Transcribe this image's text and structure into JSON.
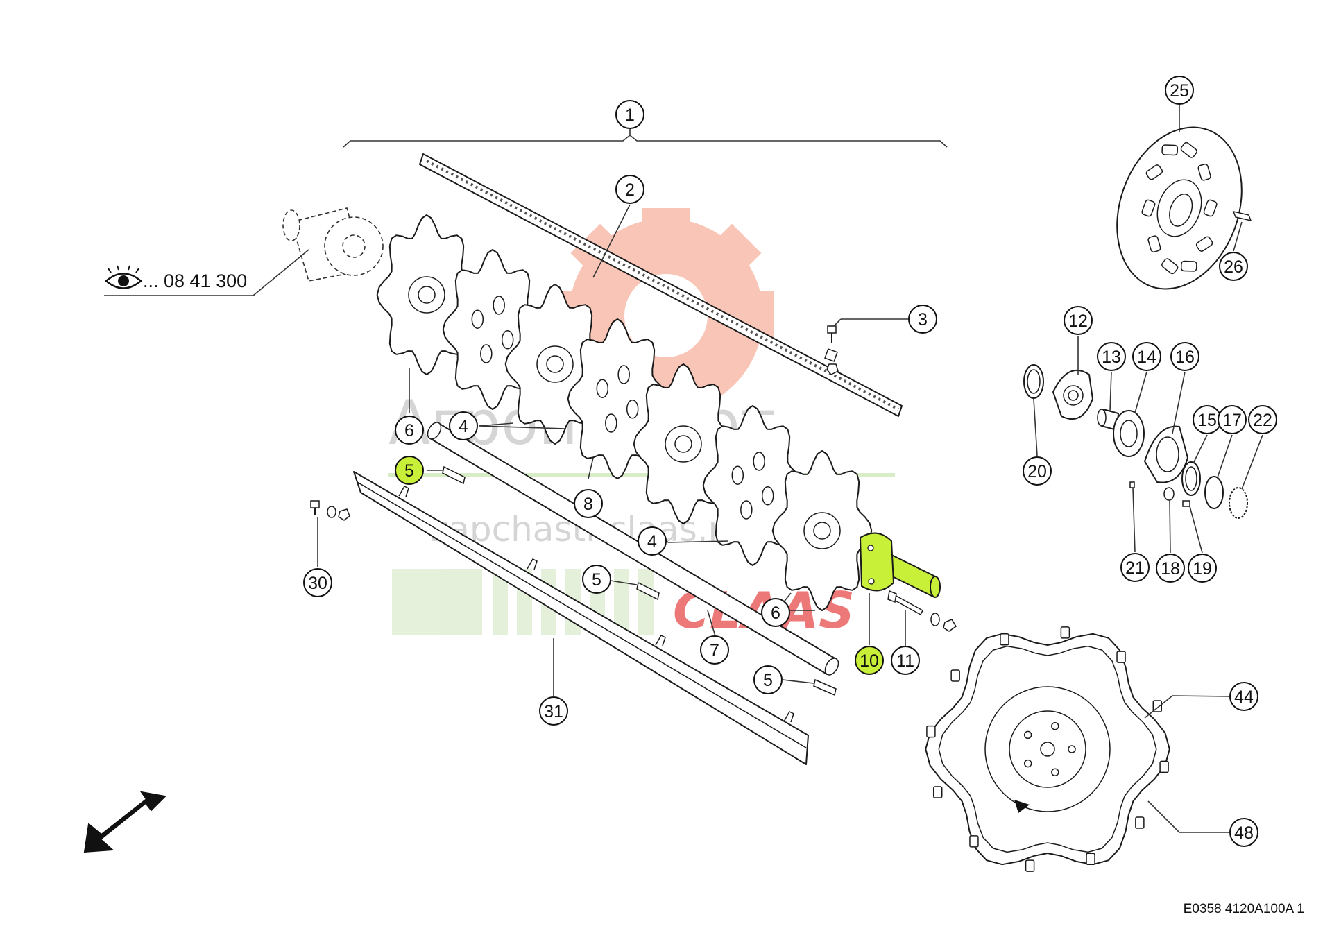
{
  "diagram": {
    "reference": {
      "icon": "eye-icon",
      "text": "... 08 41 300"
    },
    "drawing_code": "E0358 4120A100A 1",
    "watermarks": {
      "brand_text": "Агроимпорт",
      "site_text": "zapchasti-claas.ru",
      "logo_text": "CLAAS"
    },
    "highlight_color": "#c9f038",
    "callouts": [
      {
        "key": "c1",
        "label": "1"
      },
      {
        "key": "c2",
        "label": "2"
      },
      {
        "key": "c3",
        "label": "3"
      },
      {
        "key": "c4a",
        "label": "4"
      },
      {
        "key": "c4b",
        "label": "4"
      },
      {
        "key": "c5a",
        "label": "5",
        "highlighted": true
      },
      {
        "key": "c5b",
        "label": "5"
      },
      {
        "key": "c5c",
        "label": "5"
      },
      {
        "key": "c6a",
        "label": "6"
      },
      {
        "key": "c6b",
        "label": "6"
      },
      {
        "key": "c7",
        "label": "7"
      },
      {
        "key": "c8",
        "label": "8"
      },
      {
        "key": "c10",
        "label": "10",
        "highlighted": true
      },
      {
        "key": "c11",
        "label": "11"
      },
      {
        "key": "c12",
        "label": "12"
      },
      {
        "key": "c13",
        "label": "13"
      },
      {
        "key": "c14",
        "label": "14"
      },
      {
        "key": "c15",
        "label": "15"
      },
      {
        "key": "c16",
        "label": "16"
      },
      {
        "key": "c17",
        "label": "17"
      },
      {
        "key": "c18",
        "label": "18"
      },
      {
        "key": "c19",
        "label": "19"
      },
      {
        "key": "c20",
        "label": "20"
      },
      {
        "key": "c21",
        "label": "21"
      },
      {
        "key": "c22",
        "label": "22"
      },
      {
        "key": "c25",
        "label": "25"
      },
      {
        "key": "c26",
        "label": "26"
      },
      {
        "key": "c30",
        "label": "30"
      },
      {
        "key": "c31",
        "label": "31"
      },
      {
        "key": "c44",
        "label": "44"
      },
      {
        "key": "c48",
        "label": "48"
      }
    ]
  }
}
